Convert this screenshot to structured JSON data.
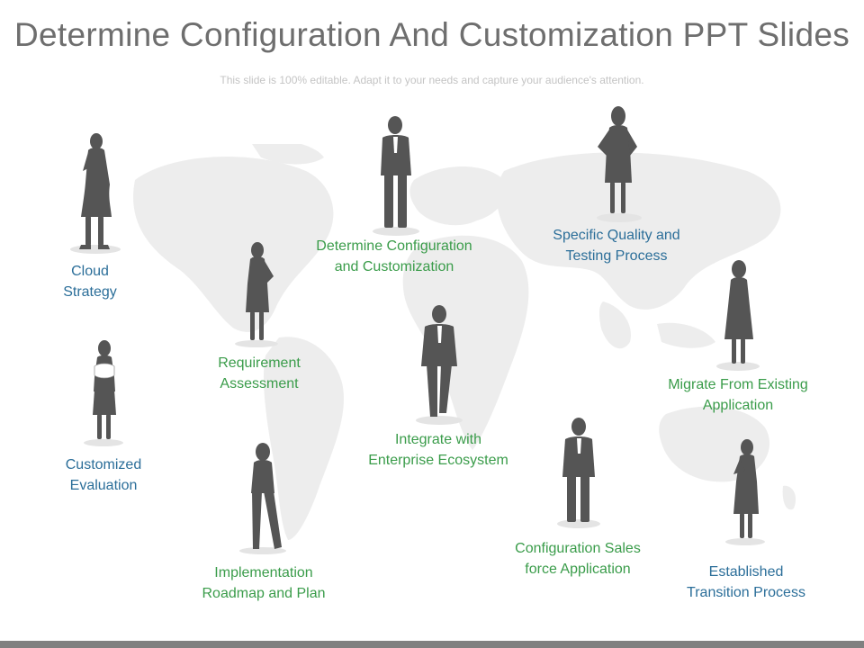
{
  "title": "Determine Configuration And Customization PPT Slides",
  "subtitle": "This slide is 100% editable. Adapt it to your needs and capture your audience's attention.",
  "colors": {
    "title": "#6e6e6e",
    "subtitle": "#c4c4c4",
    "label_blue": "#2b6e99",
    "label_green": "#3a9c4a",
    "silhouette": "#555555",
    "map": "#ededed",
    "bottom_bar": "#808080"
  },
  "figures": [
    {
      "id": "cloud-strategy",
      "label": "Cloud\nStrategy",
      "icon": "businesswoman-silhouette"
    },
    {
      "id": "customized-evaluation",
      "label": "Customized\nEvaluation",
      "icon": "businesswoman-silhouette"
    },
    {
      "id": "requirement-assessment",
      "label": "Requirement\nAssessment",
      "icon": "businesswoman-silhouette"
    },
    {
      "id": "implementation-roadmap",
      "label": "Implementation\nRoadmap and Plan",
      "icon": "businesswoman-silhouette"
    },
    {
      "id": "determine-configuration",
      "label": "Determine Configuration\nand Customization",
      "icon": "businessman-silhouette"
    },
    {
      "id": "integrate-ecosystem",
      "label": "Integrate with\nEnterprise Ecosystem",
      "icon": "businessman-silhouette"
    },
    {
      "id": "specific-quality",
      "label": "Specific Quality and\nTesting Process",
      "icon": "businesswoman-silhouette"
    },
    {
      "id": "configuration-sales",
      "label": "Configuration Sales\nforce Application",
      "icon": "businessman-silhouette"
    },
    {
      "id": "migrate-existing",
      "label": "Migrate From Existing\nApplication",
      "icon": "businesswoman-silhouette"
    },
    {
      "id": "established-transition",
      "label": "Established\nTransition Process",
      "icon": "businesswoman-silhouette"
    }
  ]
}
